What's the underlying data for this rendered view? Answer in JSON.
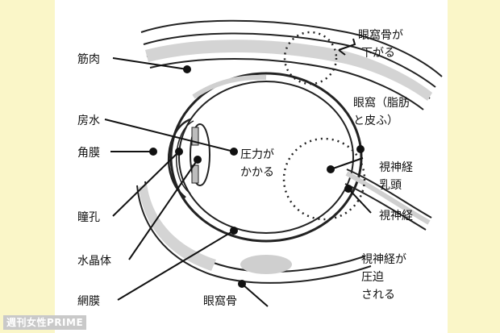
{
  "labels": {
    "muscle": "筋肉",
    "aqueous": "房水",
    "cornea": "角膜",
    "pupil": "瞳孔",
    "lens": "水晶体",
    "retina": "網膜",
    "pressure_1": "圧力が",
    "pressure_2": "かかる",
    "orbital_drop_1": "眼窩骨が",
    "orbital_drop_2": "下がる",
    "orbital_fat_1": "眼窩（脂肪",
    "orbital_fat_2": "と皮ふ）",
    "disc_1": "視神経",
    "disc_2": "乳頭",
    "optic_nerve": "視神経",
    "compressed_1": "視神経が",
    "compressed_2": "圧迫",
    "compressed_3": "される",
    "orbital_bone": "眼窩骨"
  },
  "watermark": "週刊女性PRIME"
}
